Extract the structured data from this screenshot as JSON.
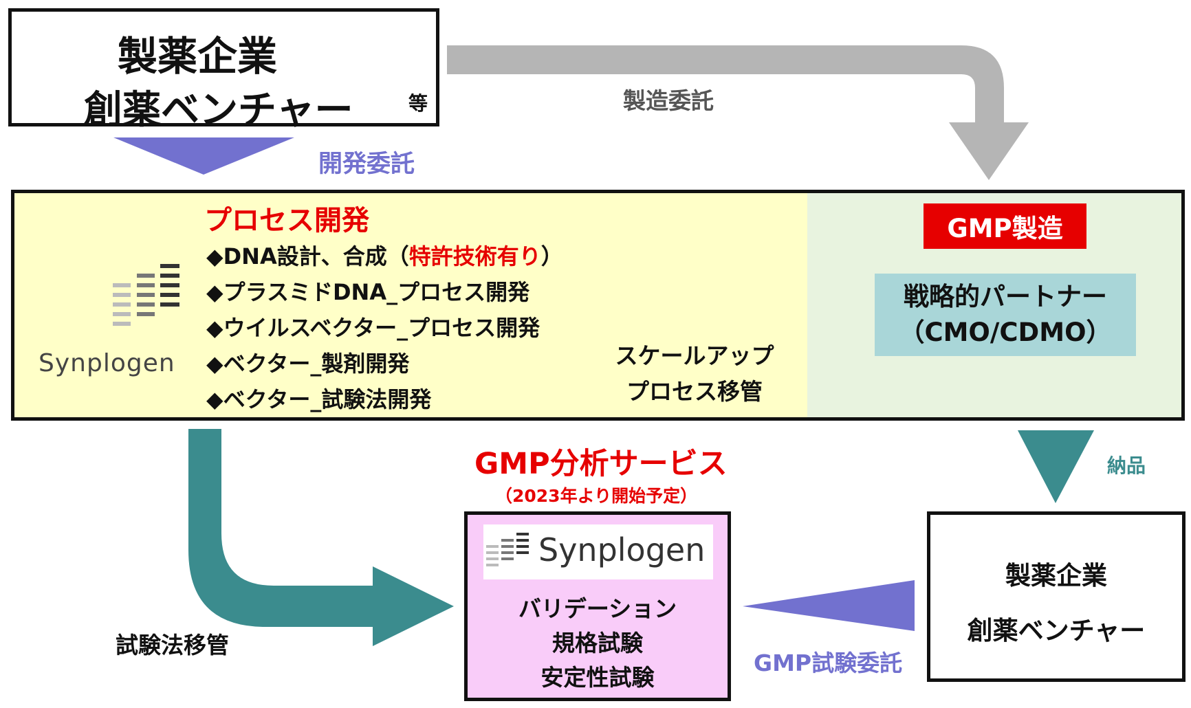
{
  "client_top": {
    "line1": "製薬企業",
    "line2": "創薬ベンチャー",
    "suffix": "等"
  },
  "edges": {
    "development": "開発委託",
    "manufacturing": "製造委託",
    "scaleup_line1": "スケールアップ",
    "scaleup_line2": "プロセス移管",
    "delivery": "納品",
    "method_transfer": "試験法移管",
    "gmp_testing": "GMP試験委託"
  },
  "process_dev": {
    "title": "プロセス開発",
    "items": [
      {
        "text": "◆DNA設計、合成（",
        "highlight": "特許技術有り",
        "tail": "）"
      },
      {
        "text": "◆プラスミドDNA_プロセス開発"
      },
      {
        "text": "◆ウイルスベクター_プロセス開発"
      },
      {
        "text": "◆ベクター_製剤開発"
      },
      {
        "text": "◆ベクター_試験法開発"
      }
    ]
  },
  "logo": {
    "wordmark": "Synplogen"
  },
  "gmp_manufacturing": {
    "label": "GMP製造",
    "partner_line1": "戦略的パートナー",
    "partner_line2": "（CMO/CDMO）"
  },
  "gmp_analysis": {
    "title": "GMP分析サービス",
    "note": "（2023年より開始予定）",
    "services": [
      "バリデーション",
      "規格試験",
      "安定性試験"
    ]
  },
  "client_bottom": {
    "line1": "製薬企業",
    "line2": "創薬ベンチャー"
  },
  "colors": {
    "teal": "#3b8c8e",
    "purple": "#7271cf",
    "gray": "#b5b5b5",
    "red": "#e60000",
    "yellow_bg": "#ffffc8",
    "green_bg": "#e8f3df",
    "partner_bg": "#a9d6d8",
    "lab_bg": "#f9ccf9"
  }
}
